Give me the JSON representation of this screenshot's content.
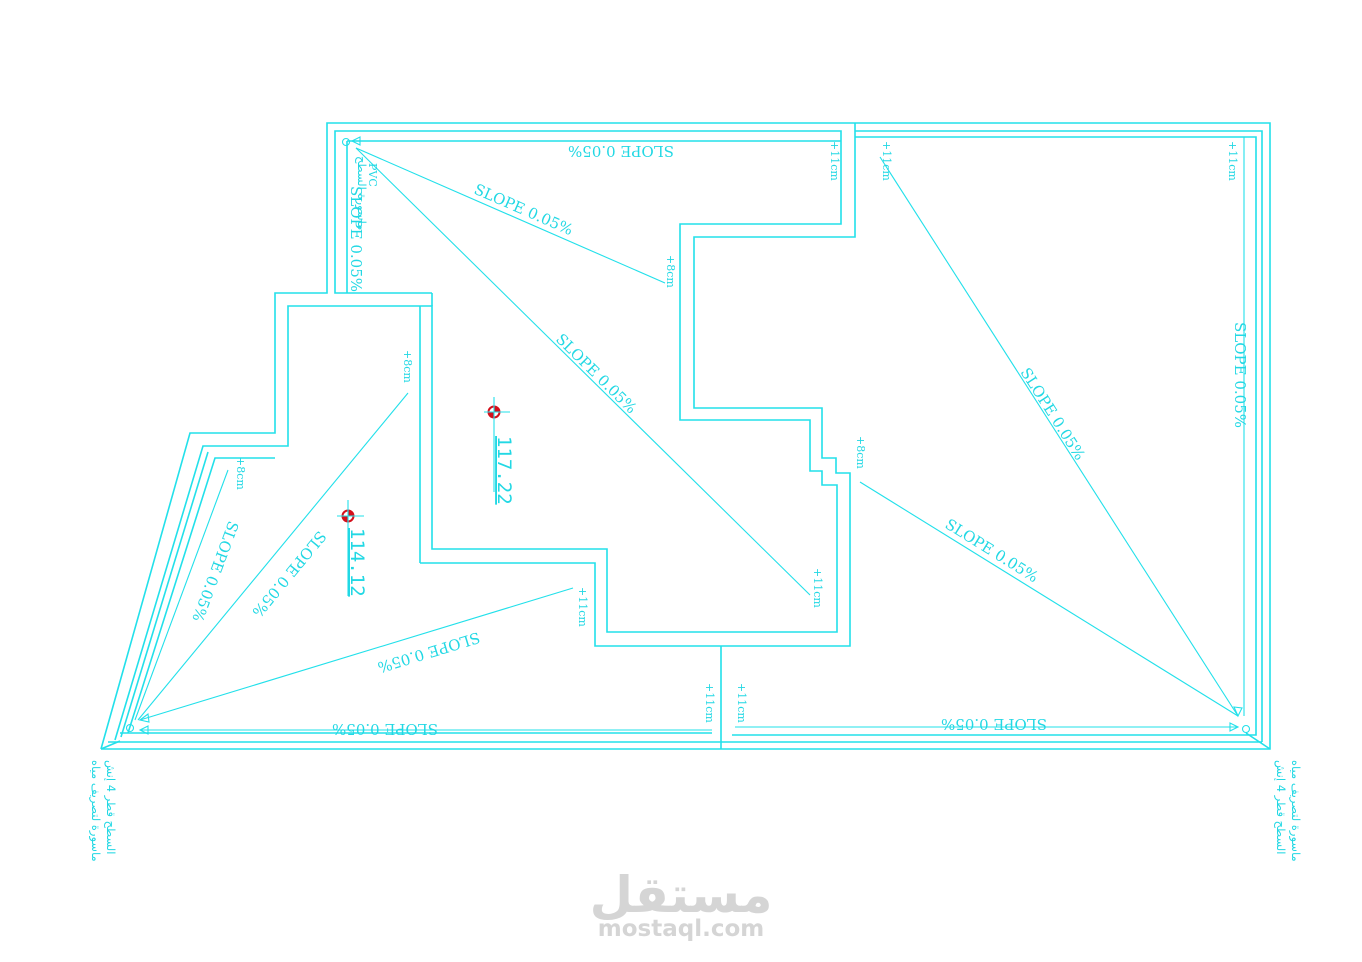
{
  "plan": {
    "colors": {
      "line": "#22e0ea",
      "marker_red": "#d4101c",
      "watermark": "#d5d5d5"
    },
    "slope_labels": {
      "top_left_horizontal": "SLOPE 0.05%",
      "vertical_left_corridor": "SLOPE 0.05%",
      "diag_upper_short": "SLOPE 0.05%",
      "diag_middle_long": "SLOPE 0.05%",
      "left_wing_outer": "SLOPE 0.05%",
      "left_wing_inner": "SLOPE 0.05%",
      "lower_diag": "SLOPE 0.05%",
      "bottom_left": "SLOPE 0.05%",
      "bottom_right": "SLOPE 0.05%",
      "right_diag_top": "SLOPE 0.05%",
      "right_diag_middle": "SLOPE 0.05%",
      "right_vertical": "SLOPE 0.05%"
    },
    "height_tags": {
      "top_corner": "+11cm",
      "right_room_topleft": "+11cm",
      "right_room_topright": "+11cm",
      "inner_upper": "+8cm",
      "left_top": "+8cm",
      "left_wing": "+8cm",
      "center_lower": "+11cm",
      "lower_middle": "+11cm",
      "bottom_divider_left": "+11cm",
      "bottom_divider_right": "+11cm",
      "right_middle": "+8cm"
    },
    "levels": {
      "level_a": "117.22",
      "level_b": "114.12"
    },
    "pvc_label": "PVC",
    "drain_note_inline": "ماسورة السطح",
    "drain_notes": {
      "left_line1": "ماسورة لتصريف مياه",
      "left_line2": "السطح قطر 4 إنش",
      "right_line1": "ماسورة لتصريف مياه",
      "right_line2": "السطح قطر 4 إنش"
    }
  },
  "watermark": {
    "logo_text": "مستقل",
    "url_text": "mostaql.com"
  }
}
